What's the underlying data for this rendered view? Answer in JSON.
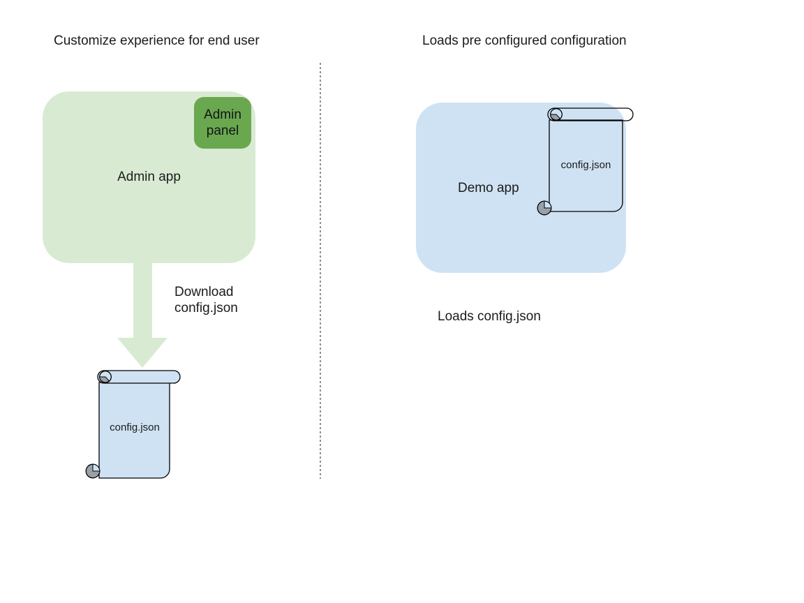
{
  "page": {
    "background": "#ffffff"
  },
  "left_section": {
    "title": "Customize experience for end user",
    "admin_app": {
      "label": "Admin app",
      "fill": "#d9ead3"
    },
    "admin_panel": {
      "line1": "Admin",
      "line2": "panel",
      "fill": "#6aa84f"
    },
    "download_arrow": {
      "line1": "Download",
      "line2": "config.json",
      "fill": "#d9ead3"
    },
    "config_file": {
      "label": "config.json",
      "fill": "#cfe2f3",
      "curl_color": "#9aa0a6"
    }
  },
  "right_section": {
    "title": "Loads pre configured configuration",
    "demo_app": {
      "label": "Demo app",
      "fill": "#cfe2f3"
    },
    "config_file": {
      "label": "config.json",
      "fill": "transparent",
      "curl_color": "#9aa0a6"
    },
    "caption": "Loads config.json"
  },
  "divider": {
    "style": "dotted",
    "color": "#8f8f8f"
  }
}
